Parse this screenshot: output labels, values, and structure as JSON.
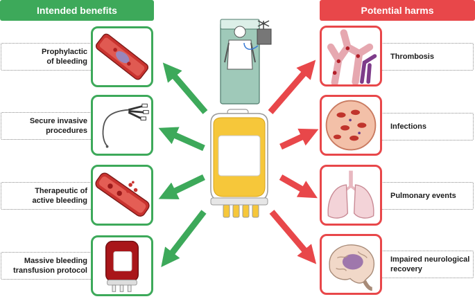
{
  "headers": {
    "left": "Intended benefits",
    "right": "Potential harms"
  },
  "benefits": [
    {
      "line1": "Prophylactic",
      "line2": "of bleeding",
      "icon": "blood-vessel-clot-icon"
    },
    {
      "line1": "Secure invasive",
      "line2": "procedures",
      "icon": "catheter-icon"
    },
    {
      "line1": "Therapeutic of",
      "line2": "active bleeding",
      "icon": "bleeding-vessel-icon"
    },
    {
      "line1": "Massive bleeding",
      "line2": "transfusion protocol",
      "icon": "red-blood-bag-icon"
    }
  ],
  "harms": [
    {
      "line1": "Thrombosis",
      "line2": "",
      "icon": "thrombosis-vessel-icon"
    },
    {
      "line1": "Infections",
      "line2": "",
      "icon": "infected-blood-icon"
    },
    {
      "line1": "Pulmonary events",
      "line2": "",
      "icon": "lungs-icon"
    },
    {
      "line1": "Impaired neurological",
      "line2": "recovery",
      "icon": "brain-icon"
    }
  ],
  "colors": {
    "benefit": "#3da95a",
    "harm": "#e8474a",
    "plasma": "#f6c73a"
  },
  "center_icon": "plasma-bag-icon",
  "top_icon": "patient-in-bed-icon"
}
